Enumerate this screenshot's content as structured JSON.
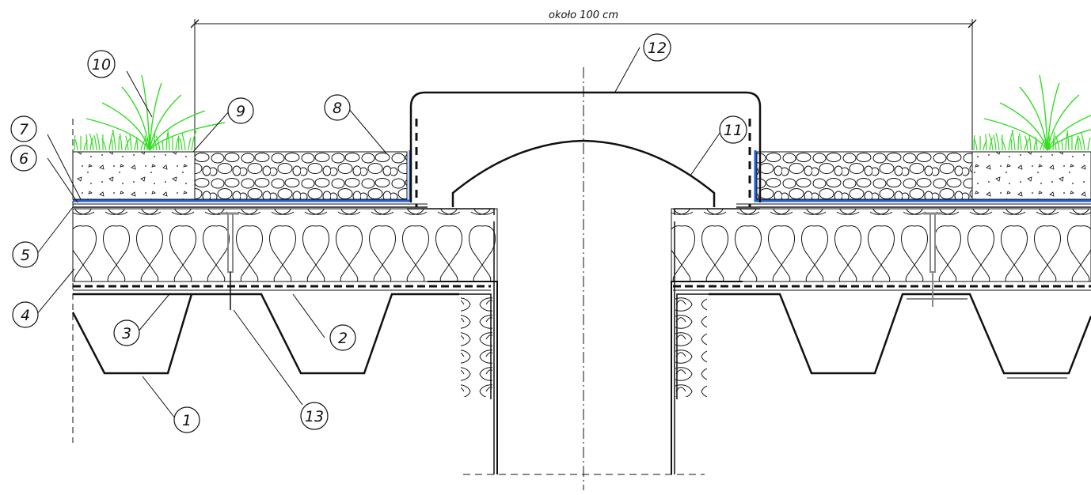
{
  "dimension": {
    "text": "około 100 cm"
  },
  "callouts": [
    {
      "id": "1",
      "label": "1"
    },
    {
      "id": "2",
      "label": "2"
    },
    {
      "id": "3",
      "label": "3"
    },
    {
      "id": "4",
      "label": "4"
    },
    {
      "id": "5",
      "label": "5"
    },
    {
      "id": "6",
      "label": "6"
    },
    {
      "id": "7",
      "label": "7"
    },
    {
      "id": "8",
      "label": "8"
    },
    {
      "id": "9",
      "label": "9"
    },
    {
      "id": "10",
      "label": "10"
    },
    {
      "id": "11",
      "label": "11"
    },
    {
      "id": "12",
      "label": "12"
    },
    {
      "id": "13",
      "label": "13"
    }
  ],
  "colors": {
    "line": "#111111",
    "membrane": "#1f5fd0",
    "grass": "#33dd22",
    "fastener": "#8a8a8a"
  }
}
